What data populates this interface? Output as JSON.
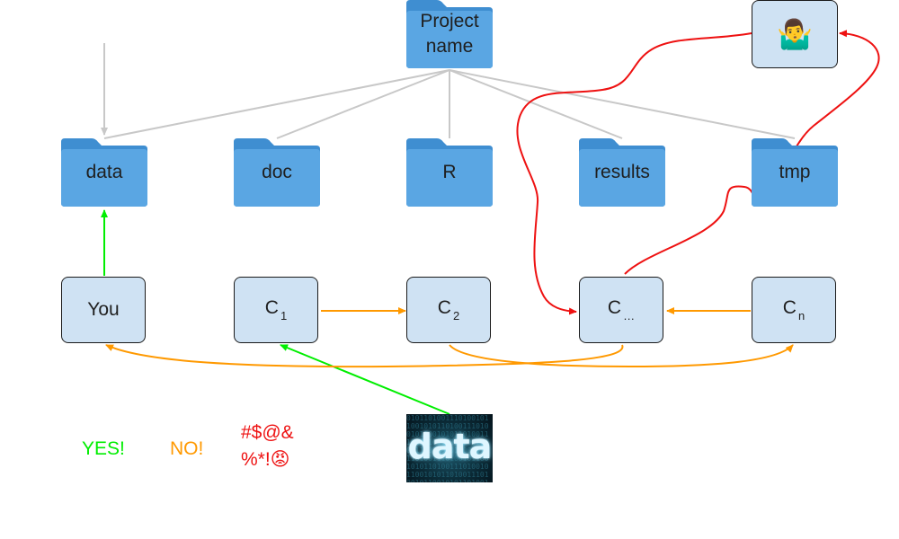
{
  "root_folder": {
    "line1": "Project",
    "line2": "name"
  },
  "folders": [
    {
      "label": "data"
    },
    {
      "label": "doc"
    },
    {
      "label": "R"
    },
    {
      "label": "results"
    },
    {
      "label": "tmp"
    }
  ],
  "nodes": {
    "you": "You",
    "c1": {
      "base": "C",
      "sub": "1"
    },
    "c2": {
      "base": "C",
      "sub": "2"
    },
    "cdots": {
      "base": "C",
      "sub": "…"
    },
    "cn": {
      "base": "C",
      "sub": "n"
    }
  },
  "shrug_emoji": "🤷‍♂️",
  "data_image_word": "data",
  "legend": {
    "yes": "YES!",
    "no": "NO!",
    "angry_line1": "#$@&",
    "angry_line2": "%*!😡"
  },
  "colors": {
    "green": "#00ee00",
    "orange": "#ff9900",
    "red": "#ee1111",
    "grey": "#c8c8c8",
    "node_fill": "#cfe2f3",
    "folder_fill": "#5aa6e3"
  }
}
